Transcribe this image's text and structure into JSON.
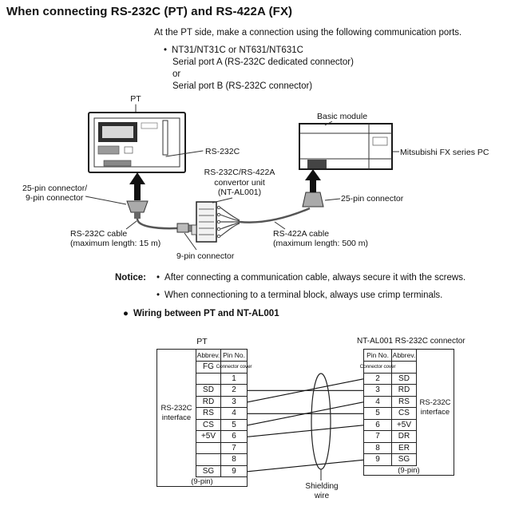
{
  "glyphs": {
    "bullet": "•",
    "dot": "●"
  },
  "page": {
    "title": "When connecting RS-232C (PT) and RS-422A (FX)",
    "intro": "At the PT side, make a connection using the following communication ports.",
    "ports": {
      "models": "NT31/NT31C or NT631/NT631C",
      "option_a": "Serial port A (RS-232C dedicated connector)",
      "or": "or",
      "option_b": "Serial port B (RS-232C connector)"
    }
  },
  "equipment_diagram": {
    "pt_label": "PT",
    "basic_module_label": "Basic module",
    "rs232c_label": "RS-232C",
    "convertor_line1": "RS-232C/RS-422A",
    "convertor_line2": "convertor unit",
    "convertor_line3": "(NT-AL001)",
    "left_connector_line1": "25-pin connector/",
    "left_connector_line2": "9-pin connector",
    "plc_label": "Mitsubishi FX series PC",
    "rs232c_cable_line1": "RS-232C cable",
    "rs232c_cable_line2": "(maximum length: 15 m)",
    "nine_pin_connector_label": "9-pin connector",
    "rs422a_cable_line1": "RS-422A cable",
    "rs422a_cable_line2": "(maximum length: 500 m)",
    "right_connector_label": "25-pin connector"
  },
  "notice": {
    "label": "Notice:",
    "items": [
      "After connecting a communication cable, always secure it with the screws.",
      "When connectioning to a terminal block, always use crimp terminals."
    ]
  },
  "wiring_section": {
    "heading": "Wiring between PT and NT-AL001",
    "pt_table": {
      "title": "PT",
      "interface_line1": "RS-232C",
      "interface_line2": "interface",
      "col_abbrev": "Abbrev.",
      "col_pin": "Pin No.",
      "rows": [
        {
          "abbrev": "FG",
          "pin": "Connector cover"
        },
        {
          "abbrev": "",
          "pin": "1"
        },
        {
          "abbrev": "SD",
          "pin": "2"
        },
        {
          "abbrev": "RD",
          "pin": "3"
        },
        {
          "abbrev": "RS",
          "pin": "4"
        },
        {
          "abbrev": "CS",
          "pin": "5"
        },
        {
          "abbrev": "+5V",
          "pin": "6"
        },
        {
          "abbrev": "",
          "pin": "7"
        },
        {
          "abbrev": "",
          "pin": "8"
        },
        {
          "abbrev": "SG",
          "pin": "9"
        }
      ],
      "footer": "(9-pin)"
    },
    "al001_table": {
      "title": "NT-AL001 RS-232C connector",
      "interface_line1": "RS-232C",
      "interface_line2": "interface",
      "col_pin": "Pin No.",
      "col_abbrev": "Abbrev.",
      "rows": [
        {
          "pin": "Connector cover",
          "abbrev": ""
        },
        {
          "pin": "2",
          "abbrev": "SD"
        },
        {
          "pin": "3",
          "abbrev": "RD"
        },
        {
          "pin": "4",
          "abbrev": "RS"
        },
        {
          "pin": "5",
          "abbrev": "CS"
        },
        {
          "pin": "6",
          "abbrev": "+5V"
        },
        {
          "pin": "7",
          "abbrev": "DR"
        },
        {
          "pin": "8",
          "abbrev": "ER"
        },
        {
          "pin": "9",
          "abbrev": "SG"
        }
      ],
      "footer": "(9-pin)"
    },
    "shield_line1": "Shielding",
    "shield_line2": "wire",
    "connections": [
      {
        "pt_pin": "2",
        "pt_signal": "SD",
        "al001_pin": "3",
        "al001_signal": "RD"
      },
      {
        "pt_pin": "3",
        "pt_signal": "RD",
        "al001_pin": "2",
        "al001_signal": "SD"
      },
      {
        "pt_pin": "4",
        "pt_signal": "RS",
        "al001_pin": "5",
        "al001_signal": "CS"
      },
      {
        "pt_pin": "5",
        "pt_signal": "CS",
        "al001_pin": "4",
        "al001_signal": "RS"
      },
      {
        "pt_pin": "6",
        "pt_signal": "+5V",
        "al001_pin": "6",
        "al001_signal": "+5V"
      },
      {
        "pt_pin": "9",
        "pt_signal": "SG",
        "al001_pin": "9",
        "al001_signal": "SG"
      }
    ]
  }
}
